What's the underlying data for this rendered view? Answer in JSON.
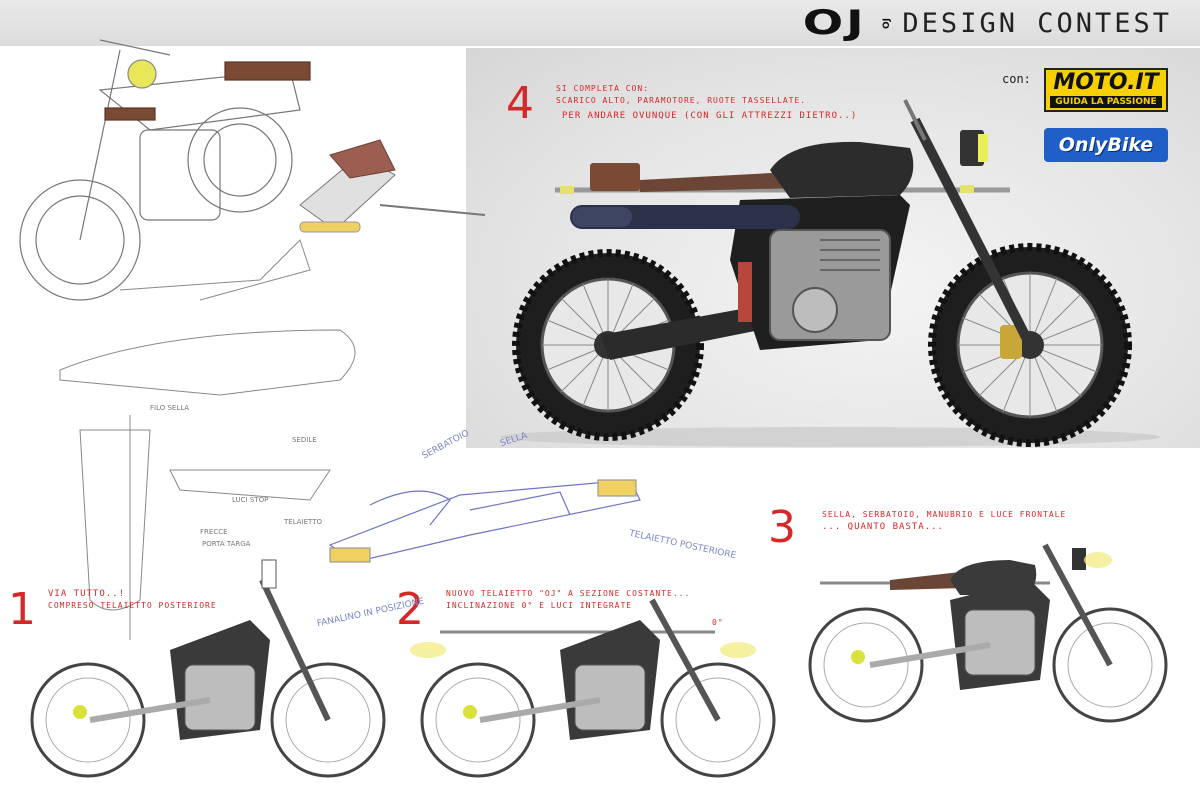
{
  "header": {
    "brand": "OJ",
    "brand_sub": "OJ",
    "title": "DESIGN CONTEST"
  },
  "sponsors": {
    "label": "con:",
    "moto_name": "MOTO.IT",
    "moto_tagline": "GUIDA LA PASSIONE",
    "onlybike_name": "OnlyBike"
  },
  "steps": [
    {
      "number": "1",
      "lines": [
        "VIA TUTTO..!",
        "COMPRESO TELAIETTO POSTERIORE"
      ]
    },
    {
      "number": "2",
      "lines": [
        "NUOVO TELAIETTO \"OJ\" A SEZIONE COSTANTE...",
        "INCLINAZIONE 0° E LUCI INTEGRATE"
      ],
      "angle_label": "0°"
    },
    {
      "number": "3",
      "lines": [
        "SELLA, SERBATOIO, MANUBRIO E LUCE FRONTALE",
        "... QUANTO BASTA..."
      ]
    },
    {
      "number": "4",
      "lines": [
        "SI COMPLETA CON:",
        "SCARICO ALTO, PARAMOTORE, RUOTE TASSELLATE.",
        "PER ANDARE OVUNQUE (CON GLI ATTREZZI DIETRO..)"
      ]
    }
  ],
  "sketch_notes": {
    "blue": [
      "SERBATOIO",
      "SELLA",
      "TELAIETTO POSTERIORE",
      "FANALINO IN POSIZIONE"
    ],
    "pencil": [
      "FILO SELLA",
      "LUCI STOP",
      "SEDILE",
      "TELAIETTO",
      "FRECCE",
      "PORTA TARGA"
    ]
  },
  "colors": {
    "accent_red": "#d62828",
    "moto_yellow": "#f7d000",
    "onlybike_blue": "#1f5fc7",
    "sketch_blue": "#7b86c7"
  },
  "icons": [
    "motorcycle-render",
    "motorcycle-sketch",
    "seat-sketch",
    "frame-sketch"
  ]
}
